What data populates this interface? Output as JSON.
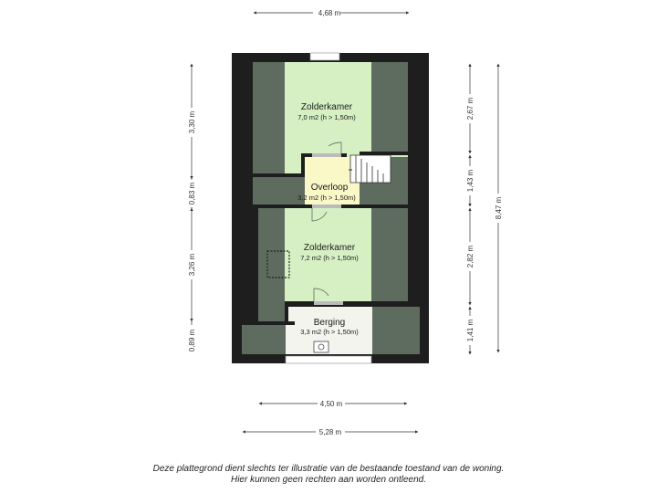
{
  "rooms": {
    "zolderkamer_top": {
      "name": "Zolderkamer",
      "area": "7,0 m2 (h > 1,50m)"
    },
    "overloop": {
      "name": "Overloop",
      "area": "3,2 m2 (h > 1,50m)"
    },
    "zolderkamer_mid": {
      "name": "Zolderkamer",
      "area": "7,2 m2 (h > 1,50m)"
    },
    "berging": {
      "name": "Berging",
      "area": "3,3 m2 (h > 1,50m)"
    }
  },
  "dimensions": {
    "top_width": "4,68 m",
    "bottom_inner": "4,50 m",
    "bottom_outer": "5,28 m",
    "left": [
      "3,30 m",
      "0,83 m",
      "3,26 m",
      "0,89 m"
    ],
    "right": [
      "2,67 m",
      "1,43 m",
      "2,82 m",
      "1,41 m"
    ],
    "right_total": "8,47 m"
  },
  "disclaimer": {
    "line1": "Deze plattegrond dient slechts ter illustratie van de bestaande toestand van de woning.",
    "line2": "Hier kunnen geen rechten aan worden ontleend."
  },
  "colors": {
    "wall": "#1e1e1e",
    "room_green": "#d6f0c4",
    "sloped_grey": "#5e6b5f",
    "overloop_yellow": "#fbf8c8",
    "berging_light": "#f4f4ee"
  }
}
